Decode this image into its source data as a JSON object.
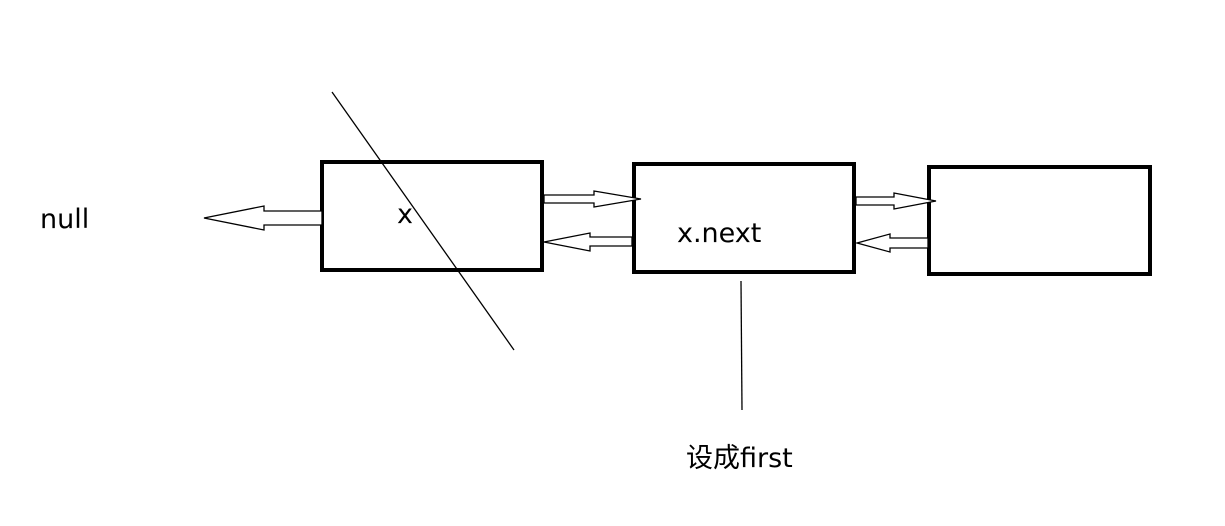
{
  "labels": {
    "null_label": "null",
    "node1_label": "x",
    "node2_label": "x.next",
    "pointer_label": "设成first"
  },
  "colors": {
    "stroke": "#000000",
    "background": "#ffffff"
  }
}
